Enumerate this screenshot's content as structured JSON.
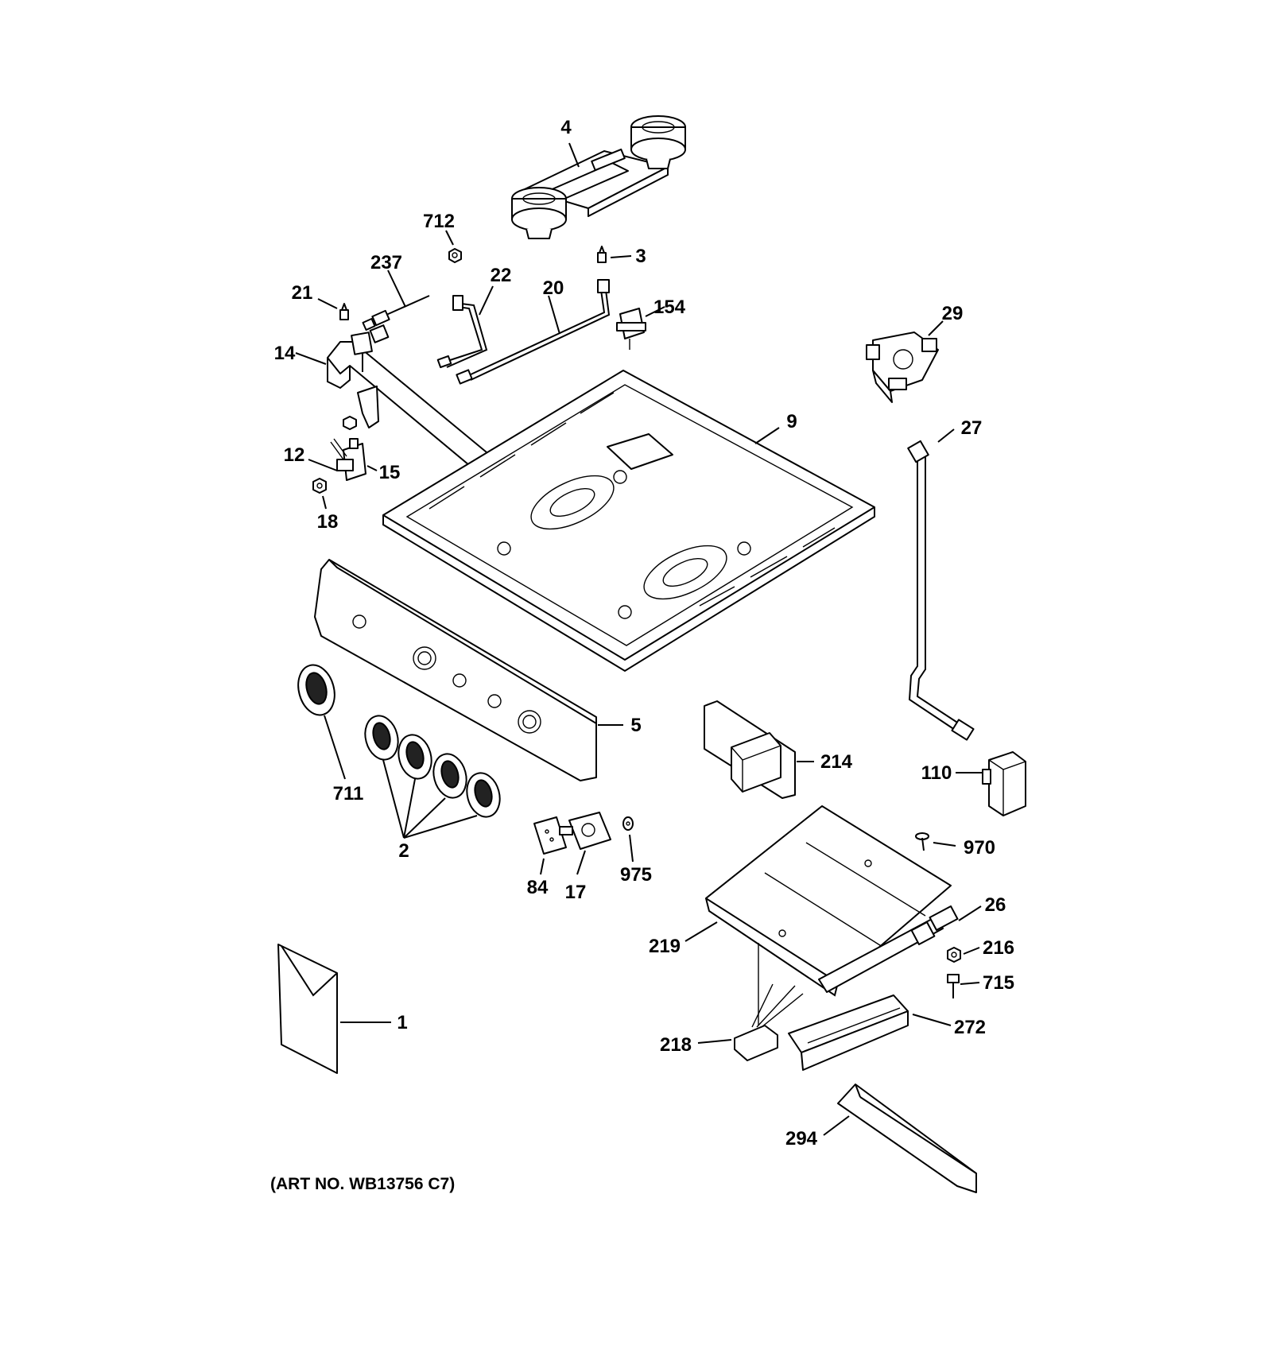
{
  "diagram": {
    "art_number": "(ART NO. WB13756 C7)",
    "callouts": [
      {
        "id": "c-4",
        "label": "4"
      },
      {
        "id": "c-712",
        "label": "712"
      },
      {
        "id": "c-3",
        "label": "3"
      },
      {
        "id": "c-237",
        "label": "237"
      },
      {
        "id": "c-22",
        "label": "22"
      },
      {
        "id": "c-20",
        "label": "20"
      },
      {
        "id": "c-154",
        "label": "154"
      },
      {
        "id": "c-21",
        "label": "21"
      },
      {
        "id": "c-29",
        "label": "29"
      },
      {
        "id": "c-14",
        "label": "14"
      },
      {
        "id": "c-9",
        "label": "9"
      },
      {
        "id": "c-27",
        "label": "27"
      },
      {
        "id": "c-12",
        "label": "12"
      },
      {
        "id": "c-15",
        "label": "15"
      },
      {
        "id": "c-18",
        "label": "18"
      },
      {
        "id": "c-5",
        "label": "5"
      },
      {
        "id": "c-214",
        "label": "214"
      },
      {
        "id": "c-110",
        "label": "110"
      },
      {
        "id": "c-711",
        "label": "711"
      },
      {
        "id": "c-970",
        "label": "970"
      },
      {
        "id": "c-2",
        "label": "2"
      },
      {
        "id": "c-975",
        "label": "975"
      },
      {
        "id": "c-84",
        "label": "84"
      },
      {
        "id": "c-17",
        "label": "17"
      },
      {
        "id": "c-26",
        "label": "26"
      },
      {
        "id": "c-219",
        "label": "219"
      },
      {
        "id": "c-216",
        "label": "216"
      },
      {
        "id": "c-715",
        "label": "715"
      },
      {
        "id": "c-1",
        "label": "1"
      },
      {
        "id": "c-272",
        "label": "272"
      },
      {
        "id": "c-218",
        "label": "218"
      },
      {
        "id": "c-294",
        "label": "294"
      }
    ]
  }
}
